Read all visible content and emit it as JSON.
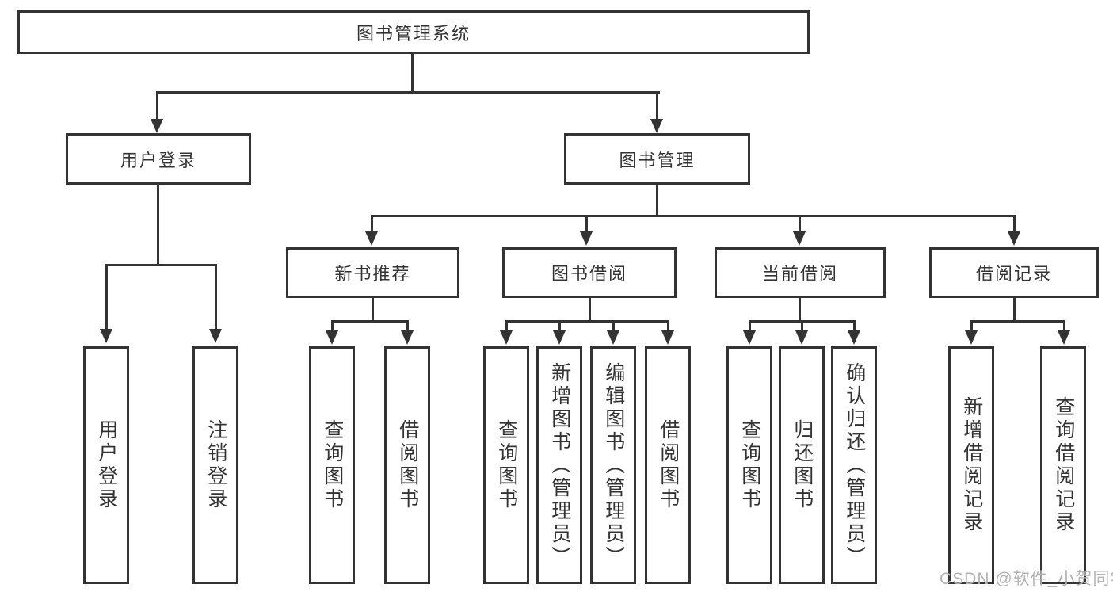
{
  "diagram": {
    "root": {
      "label": "图书管理系统"
    },
    "level2": [
      {
        "label": "用户登录"
      },
      {
        "label": "图书管理"
      }
    ],
    "level3": [
      {
        "label": "新书推荐"
      },
      {
        "label": "图书借阅"
      },
      {
        "label": "当前借阅"
      },
      {
        "label": "借阅记录"
      }
    ],
    "leaves": {
      "user_login": [
        "用户登录",
        "注销登录"
      ],
      "new_books": [
        "查询图书",
        "借阅图书"
      ],
      "book_borrowing": [
        "查询图书",
        "新增图书（管理员）",
        "编辑图书（管理员）",
        "借阅图书"
      ],
      "current_borrowing": [
        "查询图书",
        "归还图书",
        "确认归还（管理员）"
      ],
      "borrowing_records": [
        "新增借阅记录",
        "查询借阅记录"
      ]
    },
    "watermark": "CSDN @软件_小贺同学",
    "colors": {
      "line": "#333333",
      "text": "#333333",
      "watermark": "#b3b3b3",
      "background": "#ffffff"
    }
  }
}
